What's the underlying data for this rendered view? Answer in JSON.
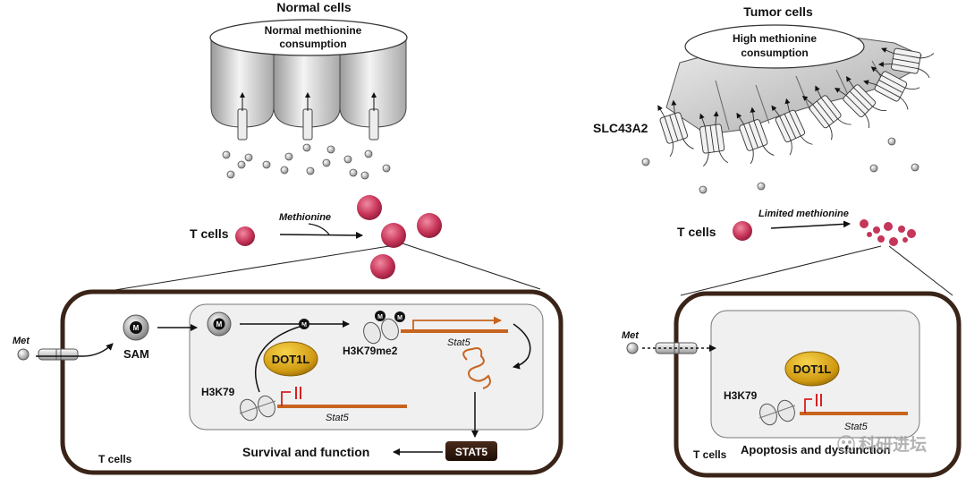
{
  "normal": {
    "title": "Normal cells",
    "lid_line1": "Normal methionine",
    "lid_line2": "consumption",
    "tcells_label": "T cells",
    "arrow_label": "Methionine"
  },
  "tumor": {
    "title": "Tumor cells",
    "lid_line1": "High methionine",
    "lid_line2": "consumption",
    "transporter_label": "SLC43A2",
    "tcells_label": "T cells",
    "arrow_label": "Limited methionine"
  },
  "left_panel": {
    "met": "Met",
    "sam": "SAM",
    "m_mark": "M",
    "dot1l": "DOT1L",
    "h3k79": "H3K79",
    "h3k79me2": "H3K79me2",
    "stat5_gene_top": "Stat5",
    "stat5_gene_bottom": "Stat5",
    "stat5_protein": "STAT5",
    "outcome": "Survival and function",
    "tcells": "T cells"
  },
  "right_panel": {
    "met": "Met",
    "dot1l": "DOT1L",
    "h3k79": "H3K79",
    "stat5_gene": "Stat5",
    "outcome": "Apoptosis and dysfunction",
    "tcells": "T cells"
  },
  "watermark": "科研进坛",
  "colors": {
    "panel_border": "#3a2418",
    "gene": "#c8641e",
    "dot1l": "#d2a21a",
    "tcell": "#c4365a",
    "inhibit": "#d62020"
  }
}
